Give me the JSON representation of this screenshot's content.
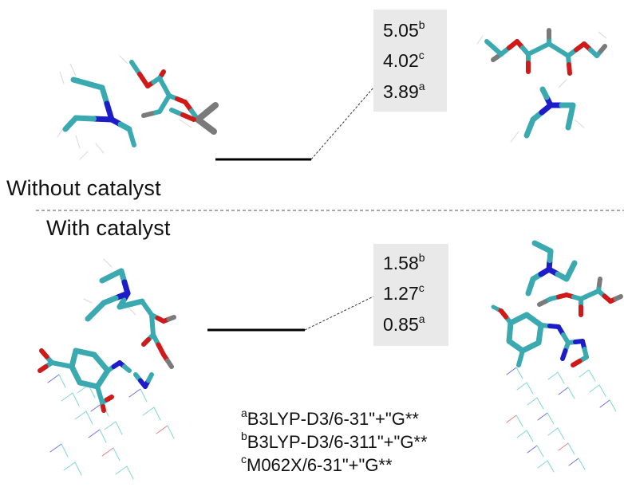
{
  "sections": {
    "top_label": "Without catalyst",
    "bottom_label": "With catalyst"
  },
  "energies_without": [
    {
      "value": "5.05",
      "method": "b"
    },
    {
      "value": "4.02",
      "method": "c"
    },
    {
      "value": "3.89",
      "method": "a"
    }
  ],
  "energies_with": [
    {
      "value": "1.58",
      "method": "b"
    },
    {
      "value": "1.27",
      "method": "c"
    },
    {
      "value": "0.85",
      "method": "a"
    }
  ],
  "footnotes": [
    {
      "mark": "a",
      "text": "B3LYP-D3/6-31\"+\"G**"
    },
    {
      "mark": "b",
      "text": "B3LYP-D3/6-311\"+\"G**"
    },
    {
      "mark": "c",
      "text": "M062X/6-31\"+\"G**"
    }
  ],
  "colors": {
    "carbon": "#3aa9b0",
    "oxygen": "#d01a1a",
    "nitrogen": "#1c1cc8",
    "hydrogen": "#d8d8d8",
    "methyl": "#7a7a7a",
    "panel": "#e9e9e9"
  }
}
